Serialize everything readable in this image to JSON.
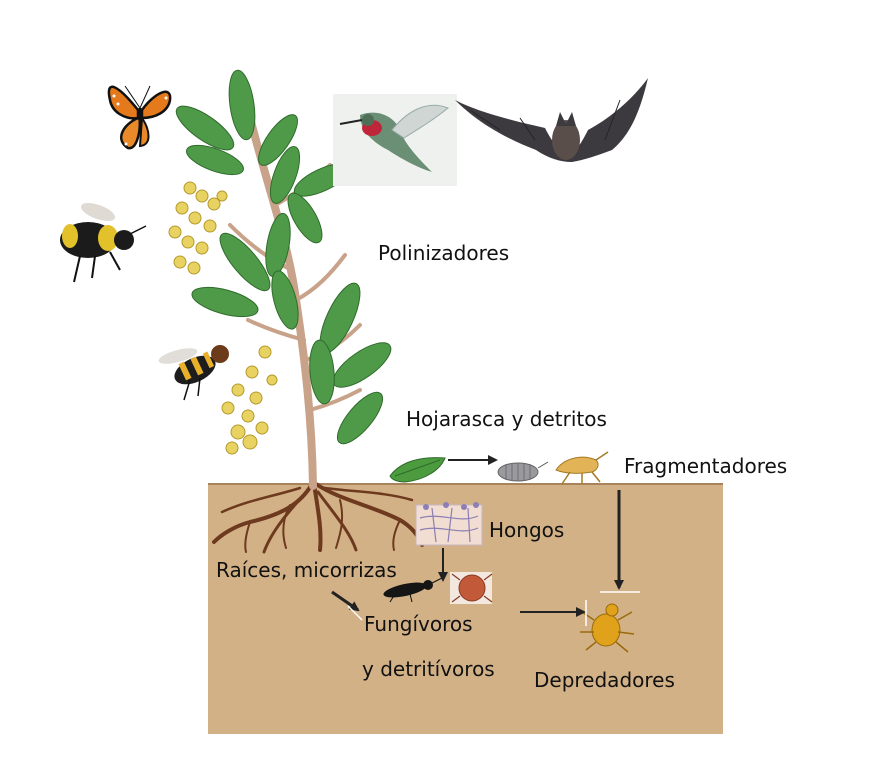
{
  "labels": {
    "pollinators": "Polinizadores",
    "litter": "Hojarasca y detritos",
    "shredders": "Fragmentadores",
    "fungi": "Hongos",
    "roots": "Raíces, micorrizas",
    "fungivores_1": "Fungívoros",
    "fungivores_2": "y detritívoros",
    "predators": "Depredadores"
  },
  "colors": {
    "soil": "#d3b187",
    "leaf": "#4f9a48",
    "stem": "#c9a28a",
    "flower": "#e8d262",
    "root": "#6e3a1f",
    "arrow": "#222222"
  },
  "icons": [
    "monarch-butterfly-icon",
    "bumblebee-icon",
    "hoverfly-icon",
    "hummingbird-icon",
    "bat-icon",
    "leaf-litter-icon",
    "isopod-icon",
    "springtail-icon",
    "fungal-hyphae-icon",
    "beetle-icon",
    "mite-icon",
    "predatory-mite-icon"
  ]
}
